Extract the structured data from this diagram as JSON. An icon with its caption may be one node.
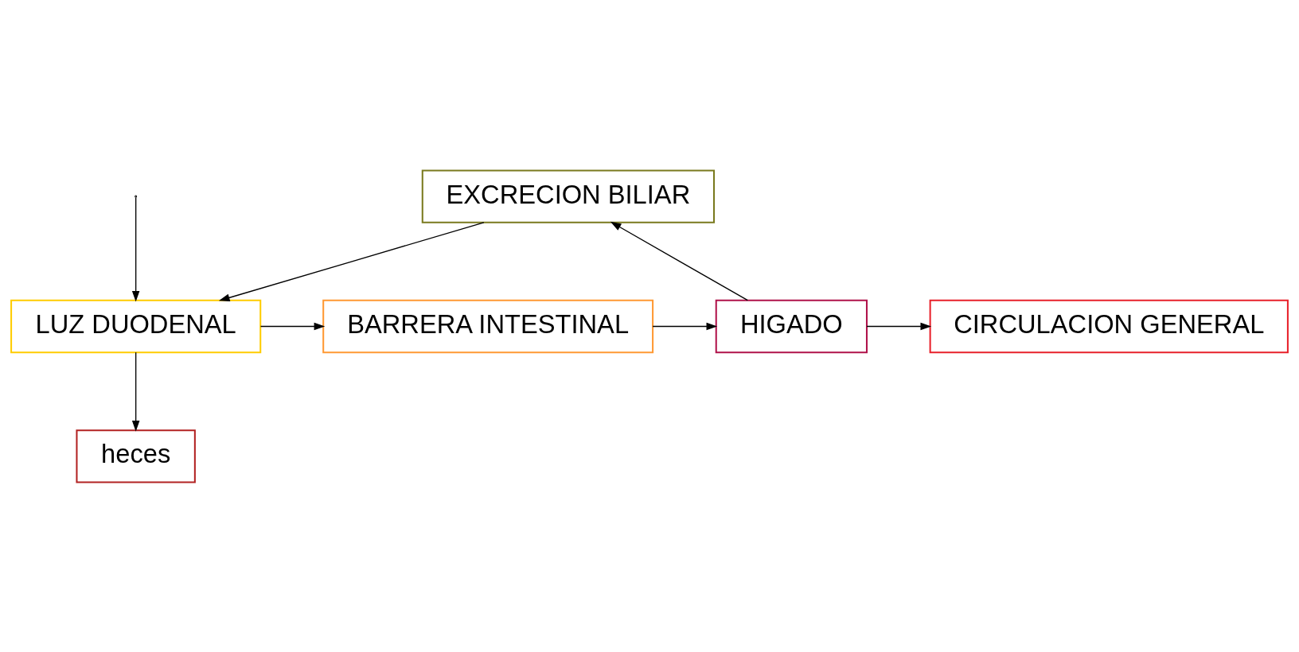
{
  "diagram": {
    "nodes": [
      {
        "text": [
          "EXCRECION BILIAR"
        ]
      },
      {
        "text": [
          "LUZ DUODENAL"
        ]
      },
      {
        "text": [
          "BARRERA INTESTINAL"
        ]
      },
      {
        "text": [
          "HIGADO"
        ]
      },
      {
        "text": [
          "CIRCULACION GENERAL"
        ]
      },
      {
        "text": [
          "heces"
        ]
      }
    ],
    "edges": [
      {
        "from": null,
        "to": 1,
        "arrow": "to"
      },
      {
        "from": 0,
        "to": 1,
        "arrow": "to"
      },
      {
        "from": 1,
        "to": 2,
        "arrow": "to"
      },
      {
        "from": 2,
        "to": 3,
        "arrow": "to"
      },
      {
        "from": 3,
        "to": 4,
        "arrow": "to"
      },
      {
        "from": 3,
        "to": 0,
        "arrow": "to"
      },
      {
        "from": 1,
        "to": 5,
        "arrow": "to"
      }
    ]
  }
}
